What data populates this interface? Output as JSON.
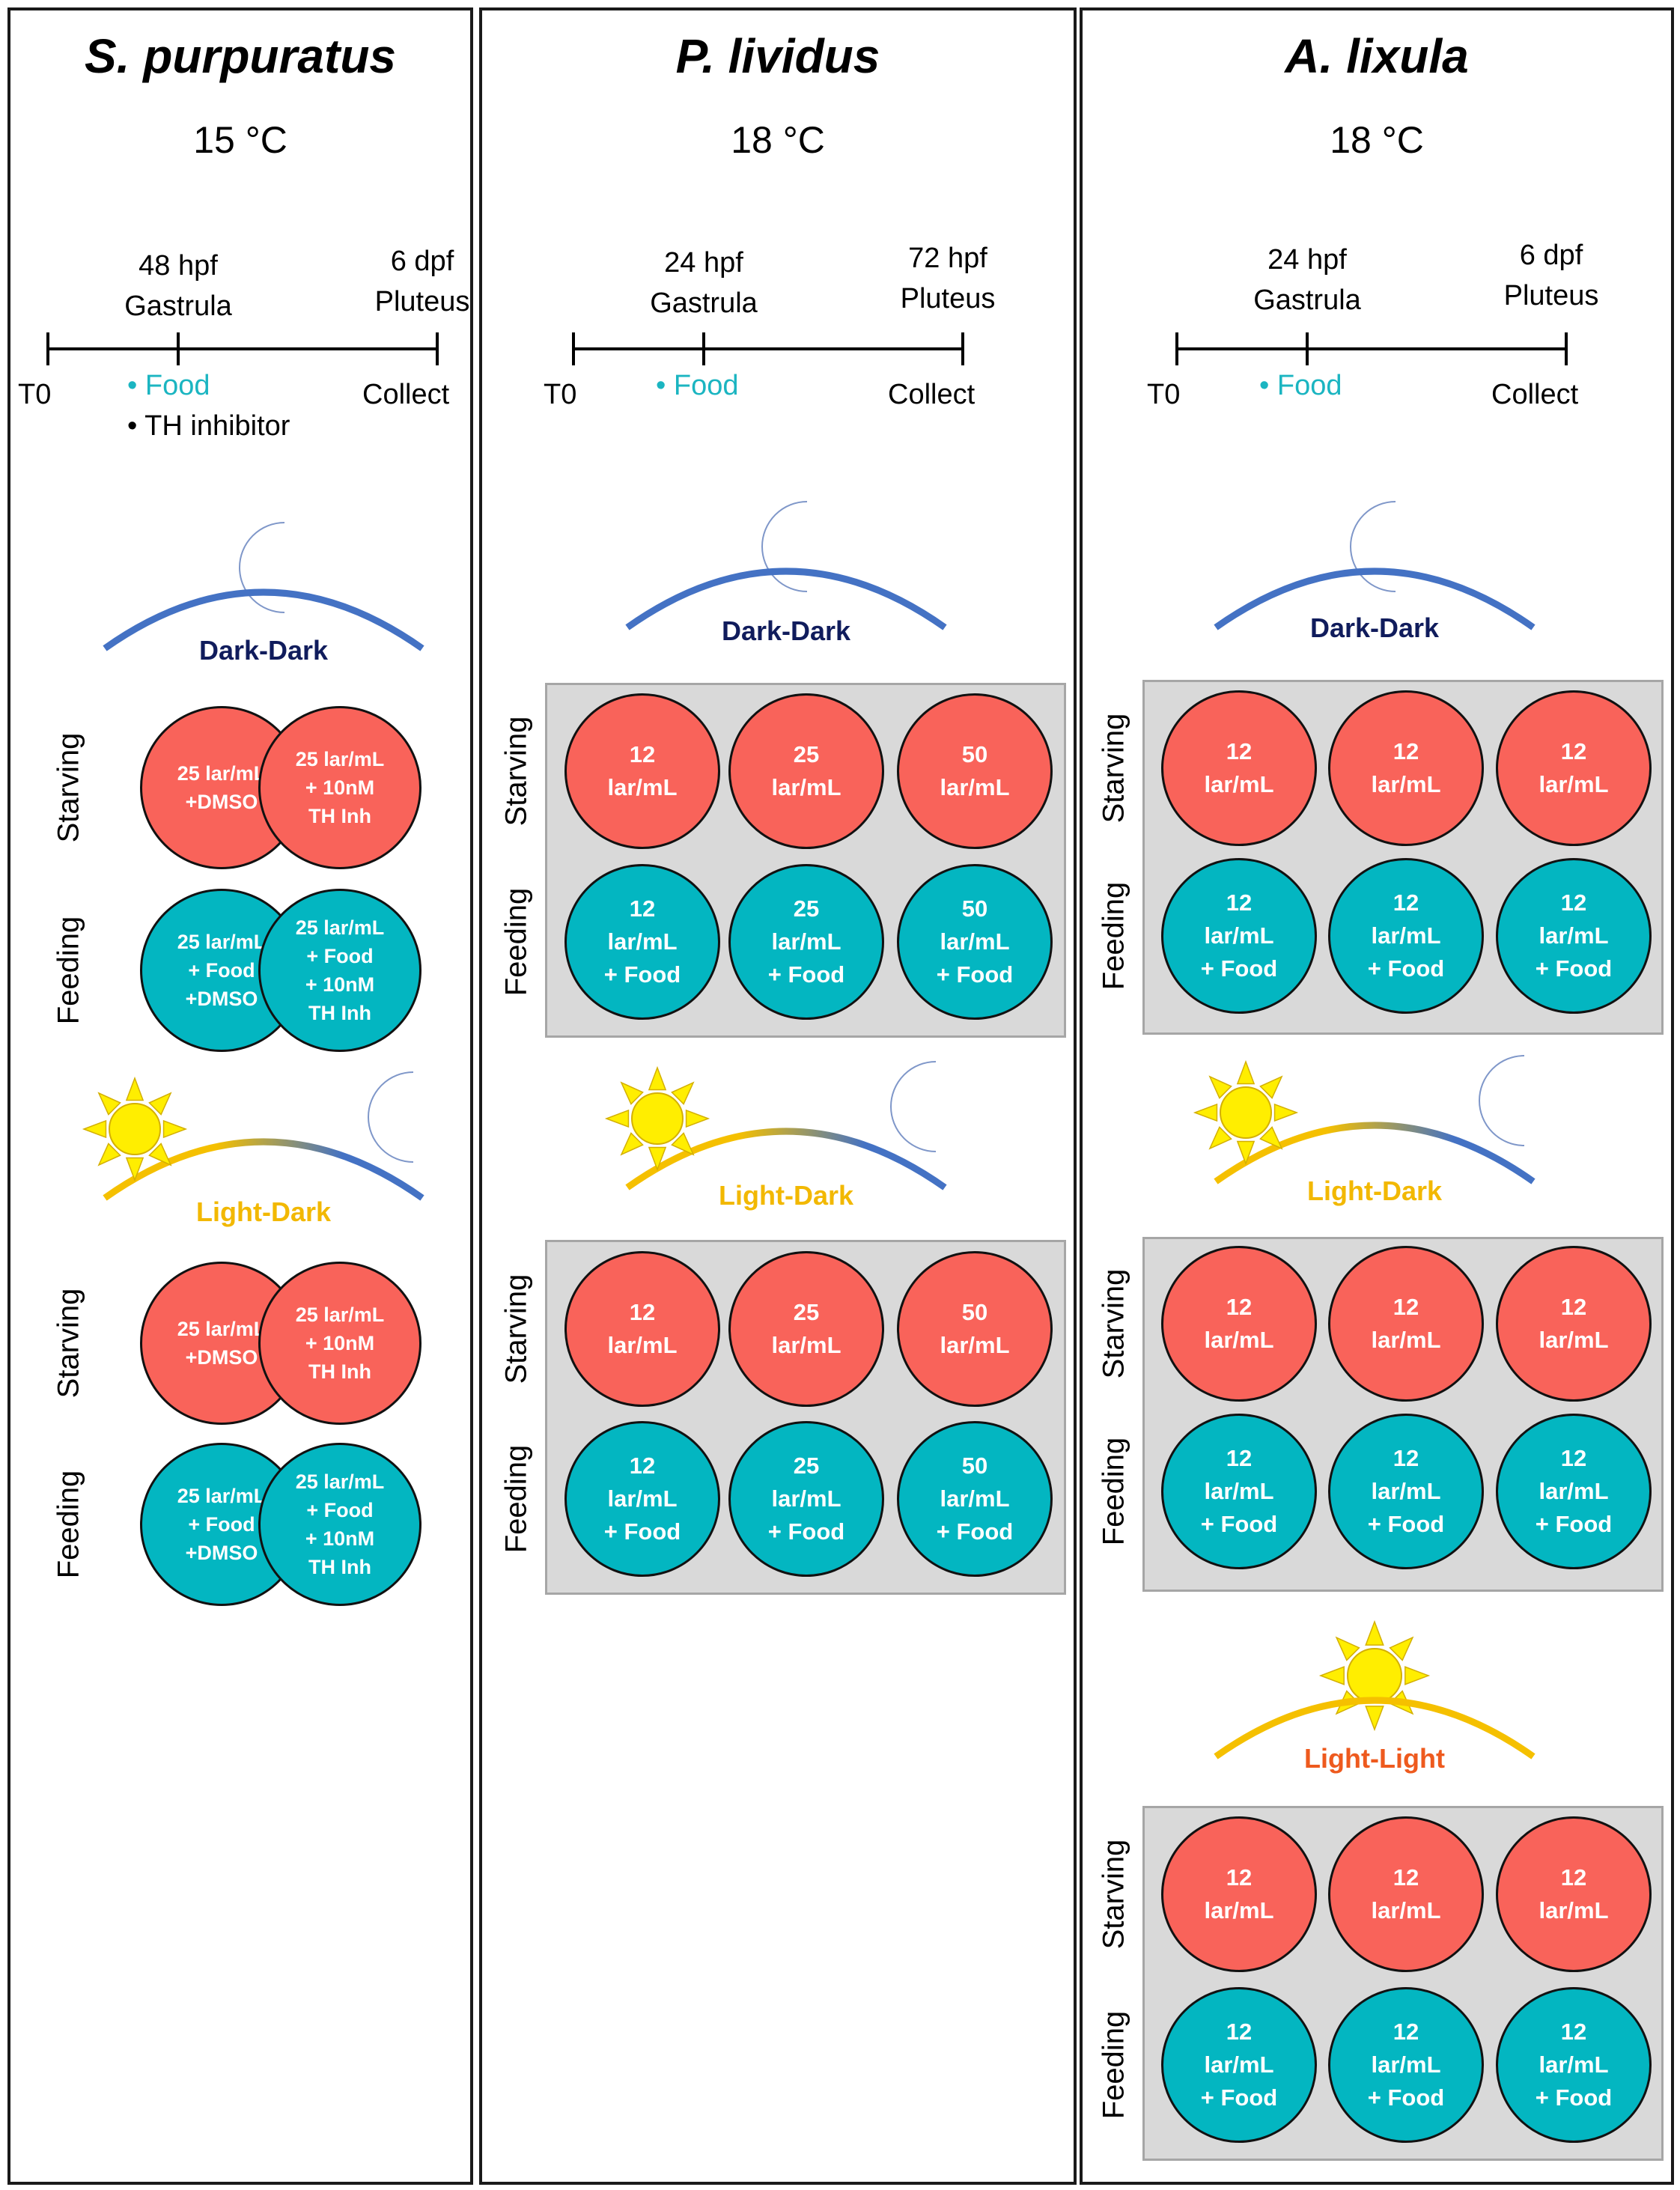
{
  "colors": {
    "starving": "#f9635a",
    "feeding": "#03b6c1",
    "food_note": "#1bb5c1",
    "dark_arc": "#4472c4",
    "light_arc": "#f5c000",
    "moon": "#aec1e6",
    "sun": "#ffee00",
    "dark_label": "#101c5c",
    "light_label": "#f2b800",
    "light_light_label": "#ee5a1e"
  },
  "panels": [
    {
      "species": "S. purpuratus",
      "temperature": "15 °C",
      "timeline": {
        "start": "T0",
        "end": "Collect",
        "mid_time": "48 hpf",
        "mid_stage": "Gastrula",
        "end_time": "6 dpf",
        "end_stage": "Pluteus",
        "notes": [
          "• Food",
          "• TH inhibitor"
        ]
      },
      "conditions": [
        {
          "label": "Dark-Dark",
          "icon": "moon-icon",
          "rows": [
            {
              "label": "Starving",
              "wells": [
                "25 lar/mL\n+DMSO",
                "25 lar/mL\n+ 10nM\nTH Inh"
              ]
            },
            {
              "label": "Feeding",
              "wells": [
                "25 lar/mL\n+ Food\n+DMSO",
                "25 lar/mL\n+ Food\n+ 10nM\nTH Inh"
              ]
            }
          ]
        },
        {
          "label": "Light-Dark",
          "icon": "sun-moon-icon",
          "rows": [
            {
              "label": "Starving",
              "wells": [
                "25 lar/mL\n+DMSO",
                "25 lar/mL\n+ 10nM\nTH Inh"
              ]
            },
            {
              "label": "Feeding",
              "wells": [
                "25 lar/mL\n+ Food\n+DMSO",
                "25 lar/mL\n+ Food\n+ 10nM\nTH Inh"
              ]
            }
          ]
        }
      ]
    },
    {
      "species": "P. lividus",
      "temperature": "18 °C",
      "timeline": {
        "start": "T0",
        "end": "Collect",
        "mid_time": "24 hpf",
        "mid_stage": "Gastrula",
        "end_time": "72 hpf",
        "end_stage": "Pluteus",
        "notes": [
          "• Food"
        ]
      },
      "conditions": [
        {
          "label": "Dark-Dark",
          "icon": "moon-icon",
          "rows": [
            {
              "label": "Starving",
              "wells": [
                "12\nlar/mL",
                "25\nlar/mL",
                "50\nlar/mL"
              ]
            },
            {
              "label": "Feeding",
              "wells": [
                "12\nlar/mL\n+ Food",
                "25\nlar/mL\n+ Food",
                "50\nlar/mL\n+ Food"
              ]
            }
          ]
        },
        {
          "label": "Light-Dark",
          "icon": "sun-moon-icon",
          "rows": [
            {
              "label": "Starving",
              "wells": [
                "12\nlar/mL",
                "25\nlar/mL",
                "50\nlar/mL"
              ]
            },
            {
              "label": "Feeding",
              "wells": [
                "12\nlar/mL\n+ Food",
                "25\nlar/mL\n+ Food",
                "50\nlar/mL\n+ Food"
              ]
            }
          ]
        }
      ]
    },
    {
      "species": "A. lixula",
      "temperature": "18 °C",
      "timeline": {
        "start": "T0",
        "end": "Collect",
        "mid_time": "24 hpf",
        "mid_stage": "Gastrula",
        "end_time": "6 dpf",
        "end_stage": "Pluteus",
        "notes": [
          "• Food"
        ]
      },
      "conditions": [
        {
          "label": "Dark-Dark",
          "icon": "moon-icon",
          "rows": [
            {
              "label": "Starving",
              "wells": [
                "12\nlar/mL",
                "12\nlar/mL",
                "12\nlar/mL"
              ]
            },
            {
              "label": "Feeding",
              "wells": [
                "12\nlar/mL\n+ Food",
                "12\nlar/mL\n+ Food",
                "12\nlar/mL\n+ Food"
              ]
            }
          ]
        },
        {
          "label": "Light-Dark",
          "icon": "sun-moon-icon",
          "rows": [
            {
              "label": "Starving",
              "wells": [
                "12\nlar/mL",
                "12\nlar/mL",
                "12\nlar/mL"
              ]
            },
            {
              "label": "Feeding",
              "wells": [
                "12\nlar/mL\n+ Food",
                "12\nlar/mL\n+ Food",
                "12\nlar/mL\n+ Food"
              ]
            }
          ]
        },
        {
          "label": "Light-Light",
          "icon": "sun-icon",
          "rows": [
            {
              "label": "Starving",
              "wells": [
                "12\nlar/mL",
                "12\nlar/mL",
                "12\nlar/mL"
              ]
            },
            {
              "label": "Feeding",
              "wells": [
                "12\nlar/mL\n+ Food",
                "12\nlar/mL\n+ Food",
                "12\nlar/mL\n+ Food"
              ]
            }
          ]
        }
      ]
    }
  ]
}
